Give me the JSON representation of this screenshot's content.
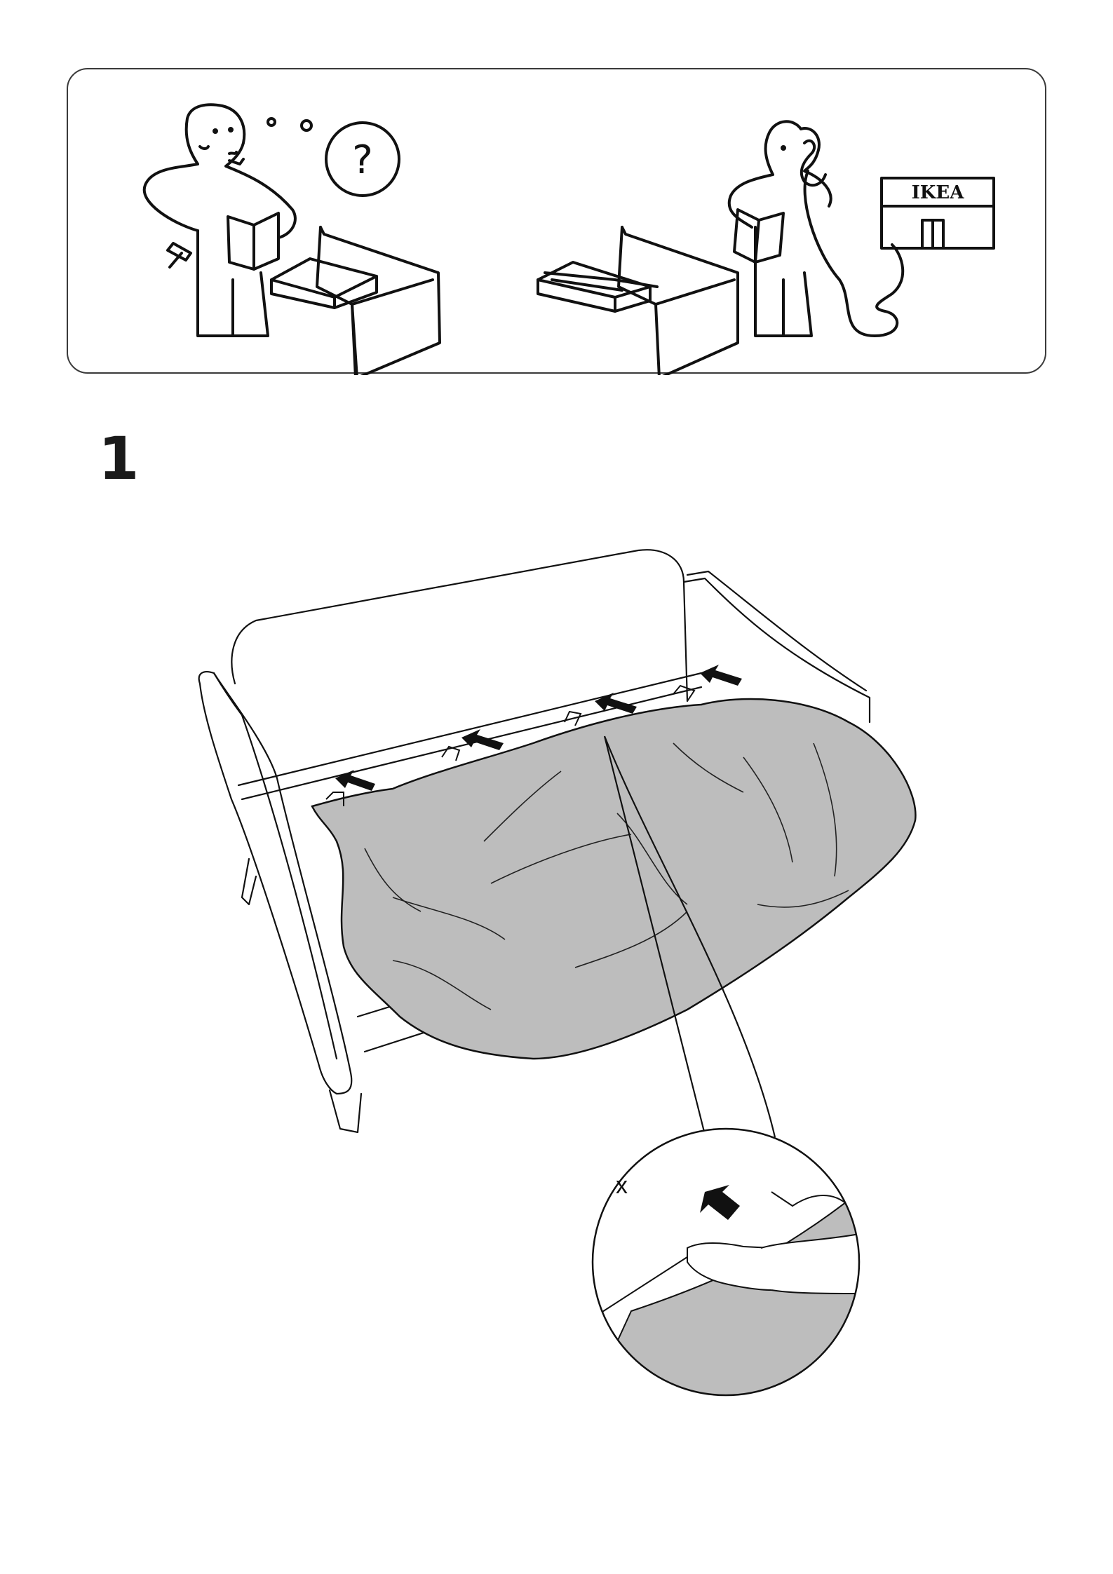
{
  "help_panel": {
    "store_sign": "IKEA",
    "question_mark": "?"
  },
  "step": {
    "number": "1",
    "detail_count_label": "x"
  },
  "colors": {
    "line": "#111111",
    "cover_fill": "#bdbdbd",
    "background": "#ffffff"
  }
}
